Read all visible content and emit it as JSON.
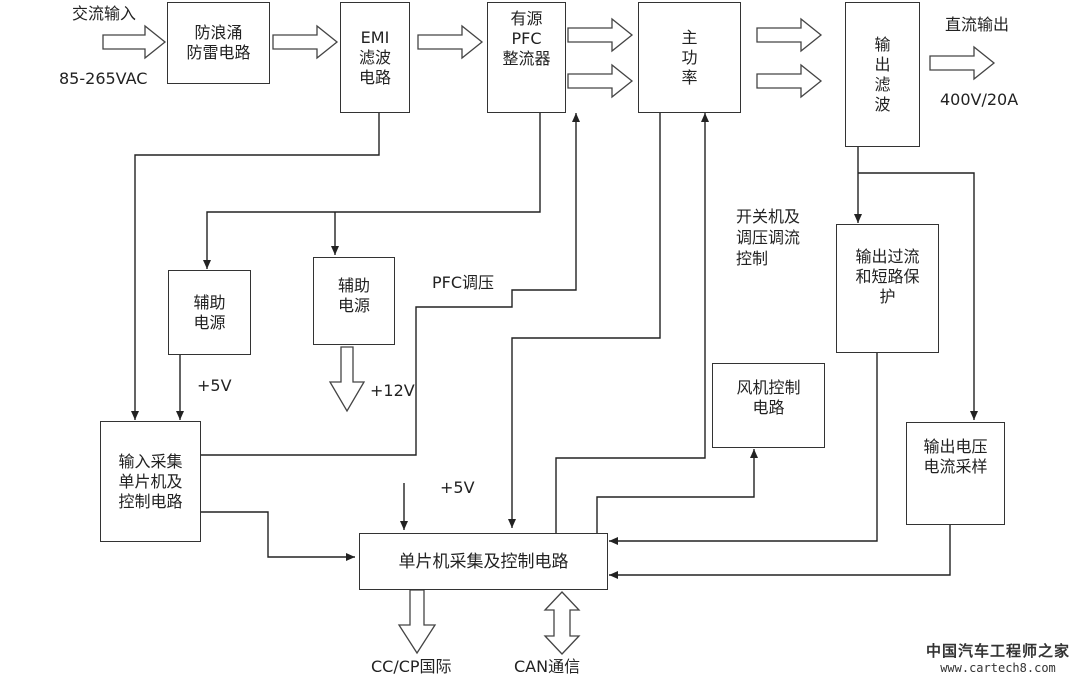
{
  "blocks": {
    "surge": "防浪涌\n防雷电路",
    "emi": "EMI\n滤波\n电路",
    "pfc": "有源\nPFC\n整流器",
    "main_power": "主\n功\n率",
    "output_filter": "输\n出\n滤\n波",
    "aux_power_1": "辅助\n电源",
    "aux_power_2": "辅助\n电源",
    "overcurrent": "输出过流\n和短路保\n护",
    "fan": "风机控制\n电路",
    "input_mcu": "输入采集\n单片机及\n控制电路",
    "output_sampling": "输出电压\n电流采样",
    "mcu_control": "单片机采集及控制电路"
  },
  "labels": {
    "ac_input": "交流输入",
    "ac_range": "85-265VAC",
    "dc_output": "直流输出",
    "dc_rating": "400V/20A",
    "pfc_regulation": "PFC调压",
    "switch_control": "开关机及\n调压调流\n控制",
    "plus5v_a": "+5V",
    "plus12v": "+12V",
    "plus5v_b": "+5V",
    "cc_cp": "CC/CP国际",
    "can": "CAN通信"
  },
  "watermark": {
    "name": "中国汽车工程师之家",
    "url": "www.cartech8.com"
  },
  "colors": {
    "line": "#333333",
    "background": "#ffffff"
  }
}
